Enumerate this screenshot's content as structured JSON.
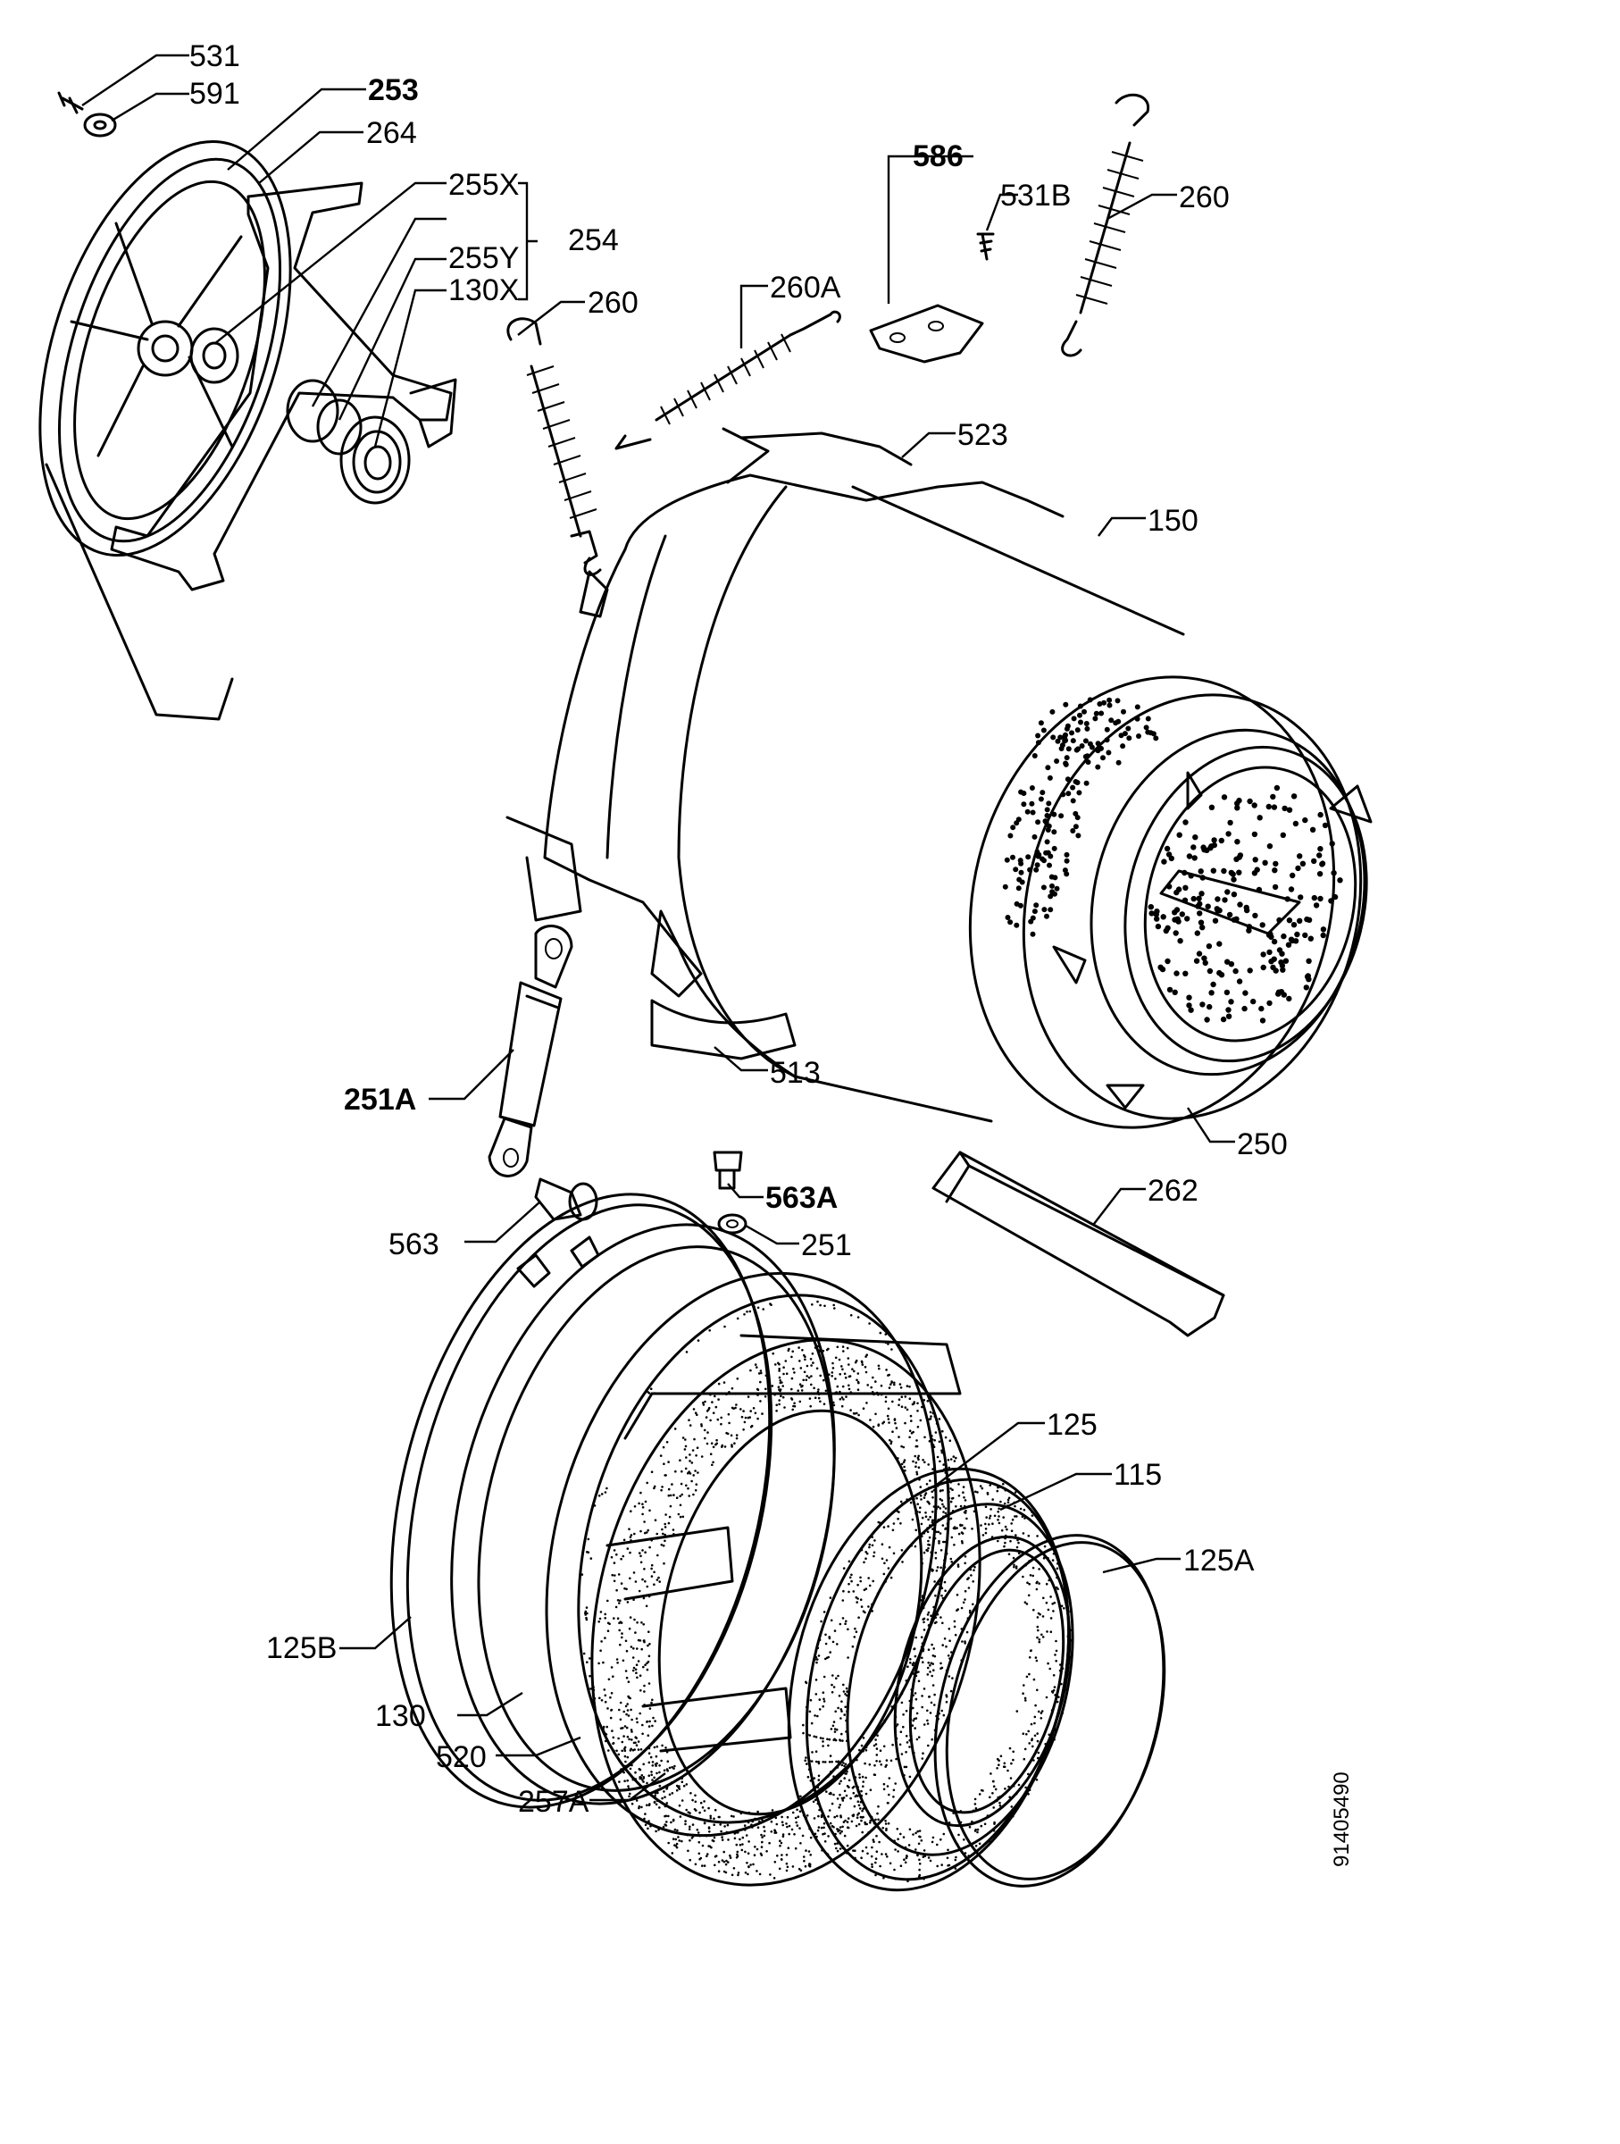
{
  "labels": {
    "p531": "531",
    "p591": "591",
    "p253": "253",
    "p264": "264",
    "p255x": "255X",
    "p254": "254",
    "p255y": "255Y",
    "p130x": "130X",
    "p260a_spring": "260",
    "p260A": "260A",
    "p586": "586",
    "p531B": "531B",
    "p260_right": "260",
    "p523": "523",
    "p150": "150",
    "p251A": "251A",
    "p513": "513",
    "p250": "250",
    "p563A": "563A",
    "p262": "262",
    "p563": "563",
    "p251": "251",
    "p125": "125",
    "p115": "115",
    "p125A": "125A",
    "p125B": "125B",
    "p130": "130",
    "p520": "520",
    "p257A": "257A"
  },
  "document_id": "91405490"
}
